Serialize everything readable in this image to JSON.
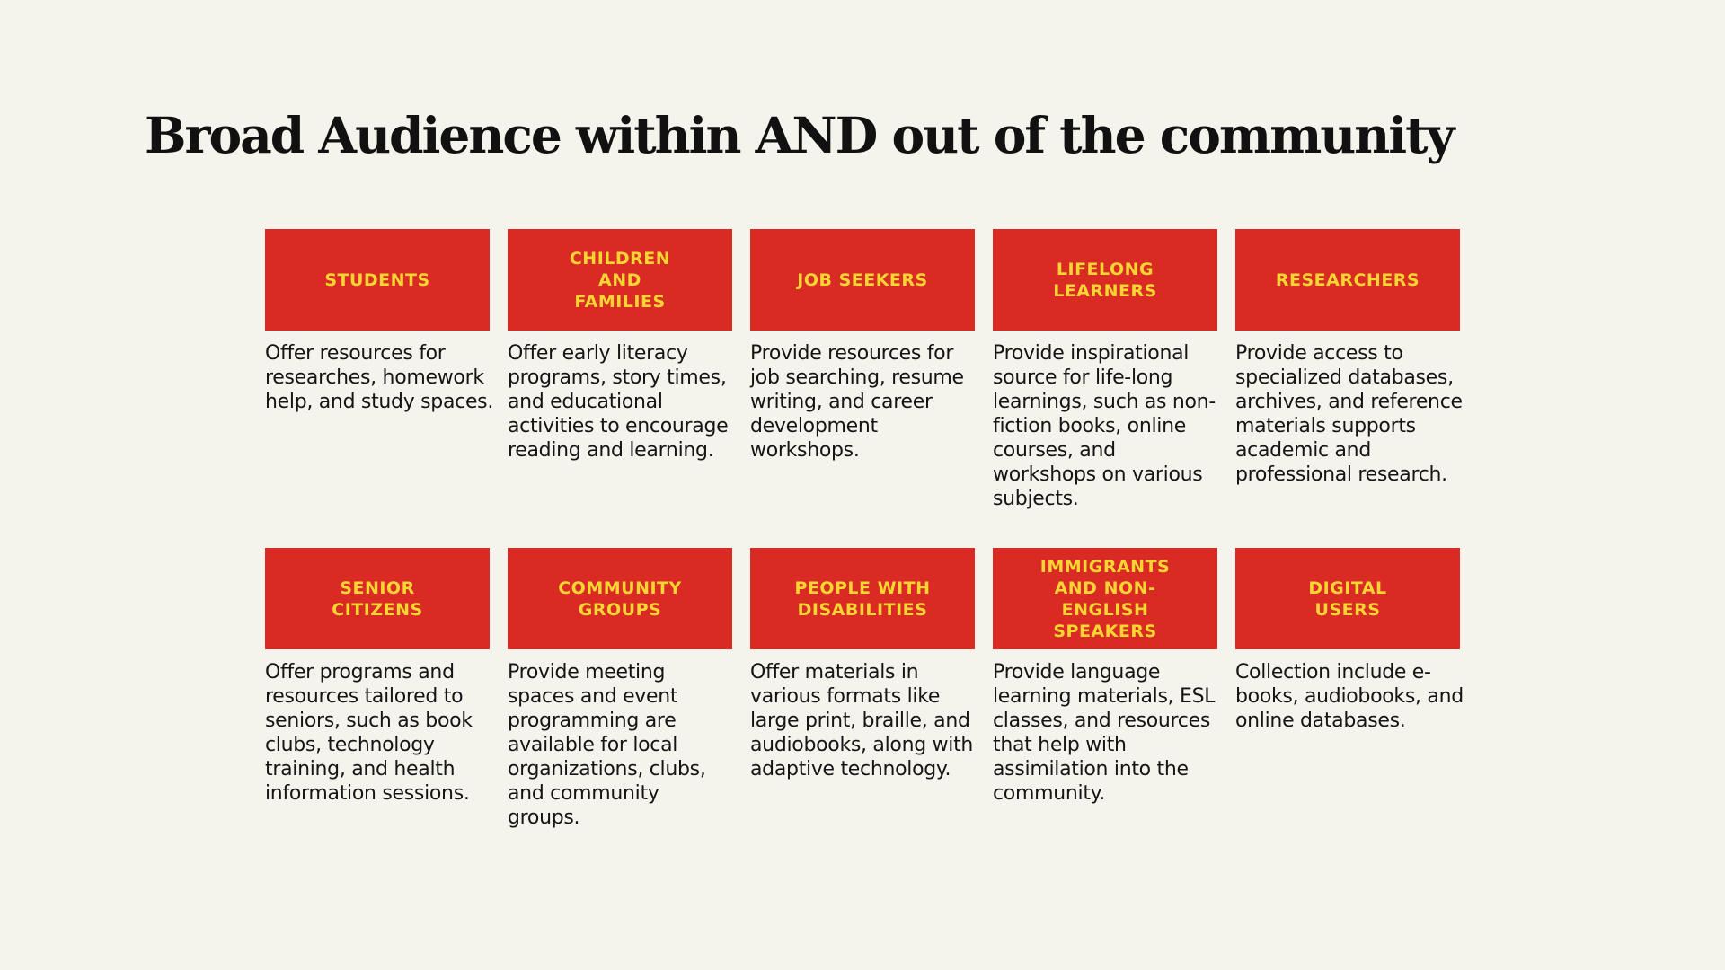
{
  "title": "Broad Audience within AND out of the community",
  "colors": {
    "background": "#f4f3ec",
    "header_fill": "#d92b24",
    "header_text": "#f7d634",
    "body_text": "#151515"
  },
  "audiences": [
    {
      "heading": "STUDENTS",
      "description": "Offer resources for researches, homework help, and study spaces."
    },
    {
      "heading": "CHILDREN\nAND\nFAMILIES",
      "description": "Offer early literacy programs, story times, and educational activities to encourage reading and learning."
    },
    {
      "heading": "JOB SEEKERS",
      "description": "Provide resources for job searching, resume writing, and career development workshops."
    },
    {
      "heading": "LIFELONG\nLEARNERS",
      "description": "Provide inspirational source for life-long learnings, such as non-fiction books, online courses, and workshops on various subjects."
    },
    {
      "heading": "RESEARCHERS",
      "description": "Provide access to specialized databases, archives, and reference materials supports academic and professional research."
    },
    {
      "heading": "SENIOR\nCITIZENS",
      "description": "Offer programs and resources tailored to seniors, such as book clubs, technology training, and health information sessions."
    },
    {
      "heading": "COMMUNITY\nGROUPS",
      "description": "Provide meeting spaces and event programming are available for local organizations, clubs, and community groups."
    },
    {
      "heading": "PEOPLE WITH\nDISABILITIES",
      "description": "Offer materials in various formats like large print, braille, and audiobooks, along with adaptive technology."
    },
    {
      "heading": "IMMIGRANTS\nAND NON-\nENGLISH\nSPEAKERS",
      "description": "Provide language learning materials, ESL classes, and resources that help with assimilation into the community."
    },
    {
      "heading": "DIGITAL\nUSERS",
      "description": "Collection include e-books, audiobooks, and online databases."
    }
  ]
}
